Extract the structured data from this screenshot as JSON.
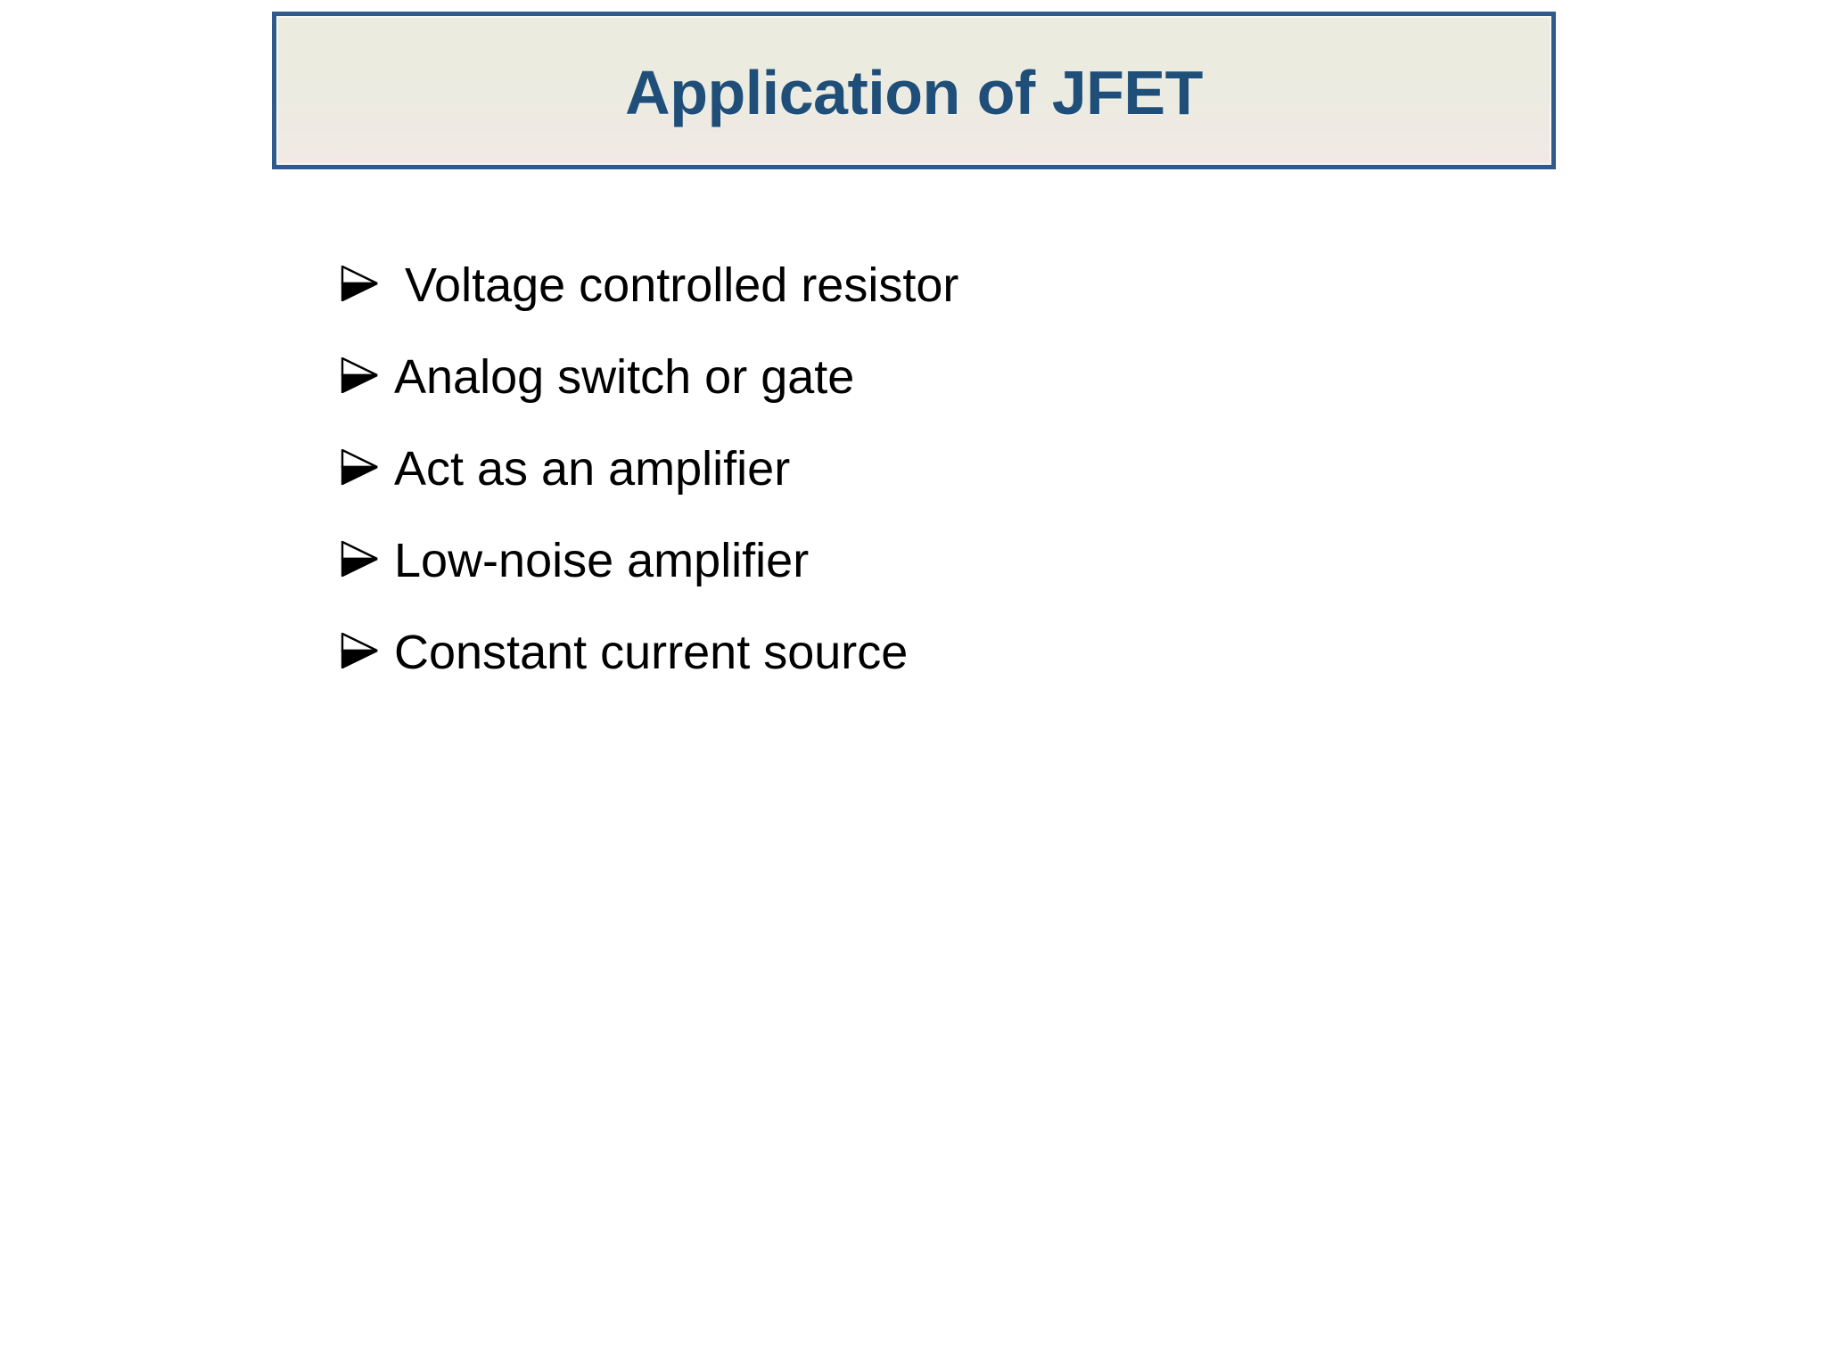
{
  "slide": {
    "background_color": "#FFFFFF",
    "title": {
      "text": "Application of JFET",
      "text_color": "#1F4E79",
      "border_color": "#2E5B8C",
      "fill_top_color": "#EBEBDF",
      "fill_bottom_color": "#F1E9E5"
    },
    "body": {
      "bullet_icon": "arrowhead-bullet-icon",
      "bullet_color": "#000000",
      "text_color": "#000000",
      "items": [
        {
          "label": "Voltage controlled resistor"
        },
        {
          "label": "Analog switch or gate"
        },
        {
          "label": "Act as an amplifier"
        },
        {
          "label": "Low-noise amplifier"
        },
        {
          "label": "Constant current source"
        }
      ]
    }
  }
}
